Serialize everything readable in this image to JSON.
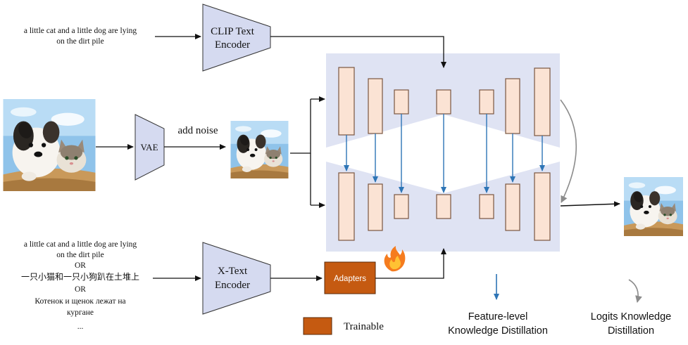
{
  "prompts": {
    "clip_prompt": [
      "a little cat and a little dog are lying",
      "on the dirt pile"
    ],
    "multilingual_prompt": [
      "a little cat and a little dog are lying",
      "on the dirt pile",
      "OR",
      "一只小猫和一只小狗趴在土堆上",
      "OR",
      "Котенок и щенок лежат на",
      "кургане",
      "..."
    ]
  },
  "blocks": {
    "clip_encoder": [
      "CLIP Text",
      "Encoder"
    ],
    "vae": "VAE",
    "xtext_encoder": [
      "X-Text",
      "Encoder"
    ],
    "adapters": "Adapters"
  },
  "labels": {
    "add_noise": "add noise"
  },
  "legend": {
    "trainable": "Trainable",
    "feature_kd": [
      "Feature-level",
      "Knowledge Distillation"
    ],
    "logits_kd": [
      "Logits Knowledge",
      "Distillation"
    ]
  },
  "colors": {
    "encoder_fill": "#d5daf0",
    "unet_fill": "#dfe3f3",
    "block_fill": "#fbe3d4",
    "adapter_fill": "#c55a11",
    "feature_arrow": "#2e75b6",
    "logits_arrow": "#8c8c8c"
  },
  "icons": [
    "fire-icon",
    "dog-cat-photo"
  ]
}
